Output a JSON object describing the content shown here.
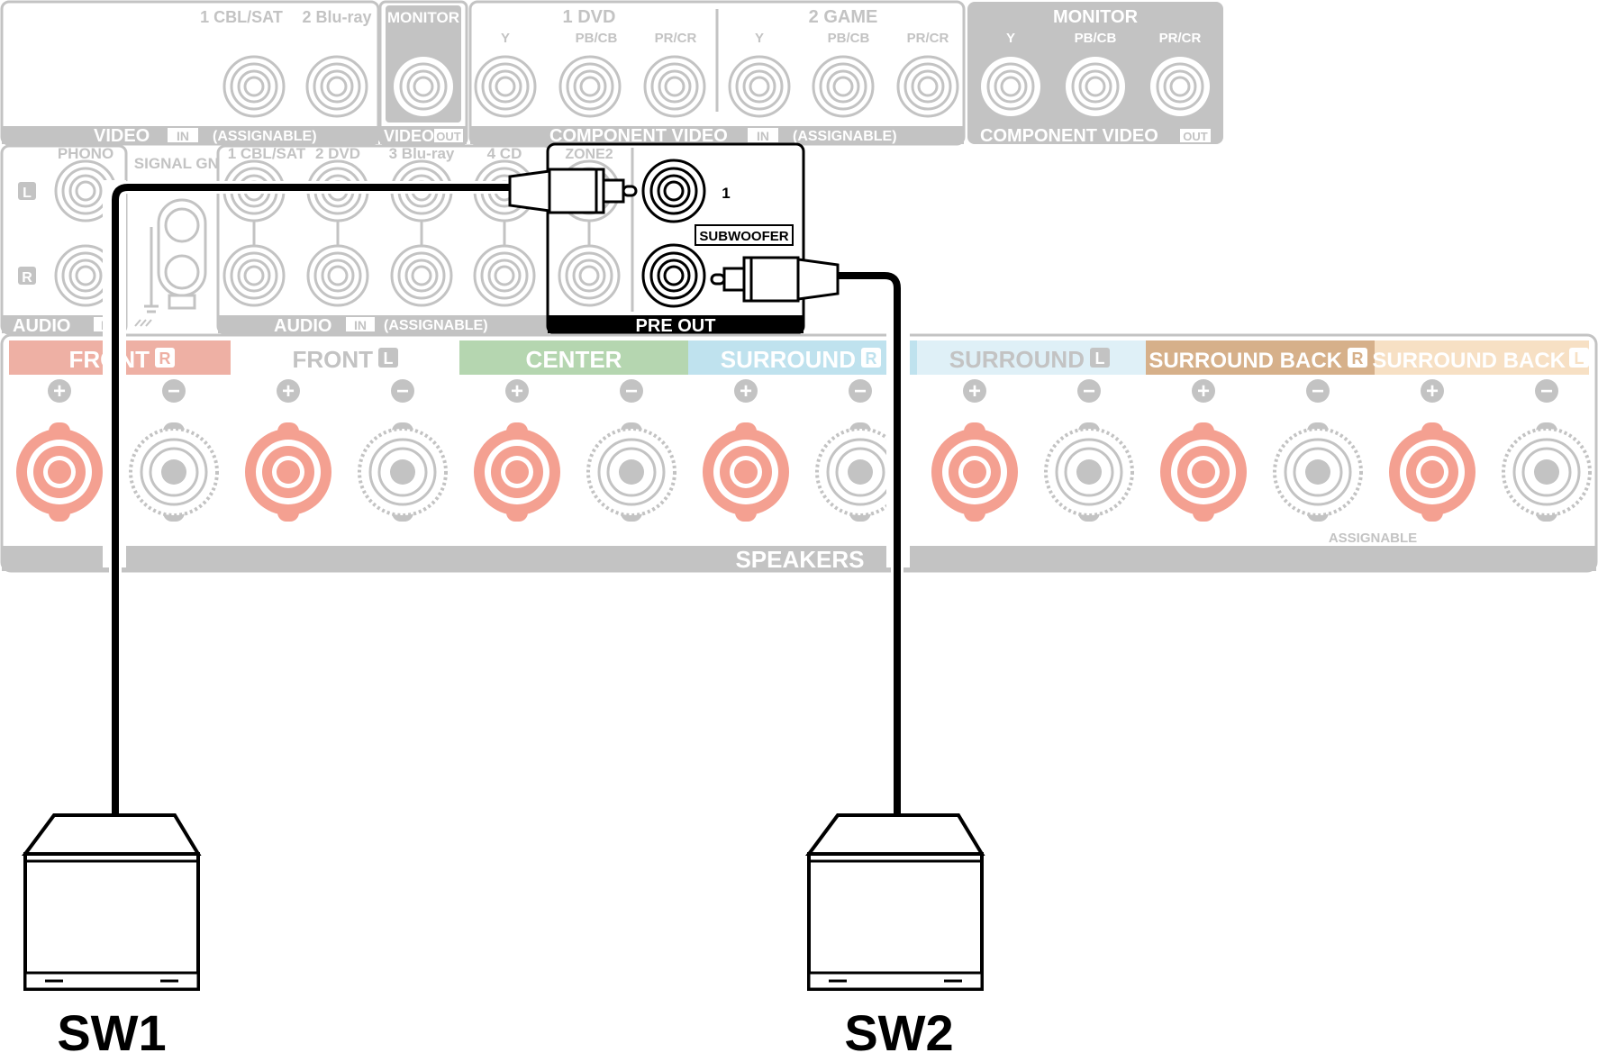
{
  "video": {
    "inputs": [
      "1 CBL/SAT",
      "2 Blu-ray"
    ],
    "monitor": "MONITOR",
    "section": "VIDEO",
    "in_badge": "IN",
    "assignable": "(ASSIGNABLE)",
    "out_section": "VIDEO",
    "out_badge": "OUT"
  },
  "component": {
    "dvd": "1 DVD",
    "game": "2 GAME",
    "monitor": "MONITOR",
    "y": "Y",
    "pb": "PB/CB",
    "pr": "PR/CR",
    "section": "COMPONENT VIDEO",
    "in_badge": "IN",
    "assignable": "(ASSIGNABLE)",
    "out_section": "COMPONENT VIDEO",
    "out_badge": "OUT"
  },
  "audio": {
    "phono": "PHONO",
    "signal_gnd": "SIGNAL GND",
    "left": "L",
    "right": "R",
    "inputs": [
      "1 CBL/SAT",
      "2 DVD",
      "3 Blu-ray",
      "4 CD"
    ],
    "section_left": "AUDIO",
    "badge_left": "IN",
    "section": "AUDIO",
    "in_badge": "IN",
    "assignable": "(ASSIGNABLE)"
  },
  "preout": {
    "zone2": "ZONE2",
    "sub_number": "1",
    "subwoofer": "SUBWOOFER",
    "label": "PRE OUT"
  },
  "speakers": {
    "channels": [
      {
        "name": "FRONT",
        "side": "R",
        "color": "#eeb0a4"
      },
      {
        "name": "FRONT",
        "side": "L",
        "color": "#ffffff"
      },
      {
        "name": "CENTER",
        "side": "",
        "color": "#b5d6b0"
      },
      {
        "name": "SURROUND",
        "side": "R",
        "color": "#bfe2ee"
      },
      {
        "name": "SURROUND",
        "side": "L",
        "color": "#dff0f7"
      },
      {
        "name": "SURROUND BACK",
        "side": "R",
        "color": "#d6b08a"
      },
      {
        "name": "SURROUND BACK",
        "side": "L",
        "color": "#f7e0c4"
      }
    ],
    "plus": "+",
    "minus": "−",
    "assignable": "ASSIGNABLE",
    "section": "SPEAKERS"
  },
  "subwoofers": [
    "SW1",
    "SW2"
  ],
  "colors": {
    "panel_gray": "#c3c3c3",
    "terminal_red": "#f4a091",
    "cable": "#000000"
  }
}
